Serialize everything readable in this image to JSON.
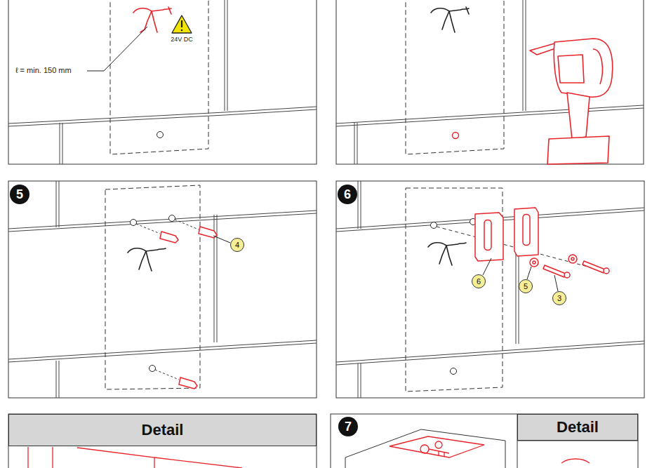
{
  "diagram": {
    "nodes": [
      {
        "text": [
          "5"
        ]
      },
      {
        "text": [
          "4"
        ]
      },
      {
        "text": [
          "6"
        ]
      },
      {
        "text": [
          "6"
        ]
      },
      {
        "text": [
          "5"
        ]
      },
      {
        "text": [
          "3"
        ]
      },
      {
        "text": [
          "Detail"
        ]
      },
      {
        "text": [
          "7"
        ]
      },
      {
        "text": [
          "Detail"
        ]
      }
    ],
    "labels": [
      "ℓ = min. 150 mm",
      "24V DC"
    ]
  }
}
